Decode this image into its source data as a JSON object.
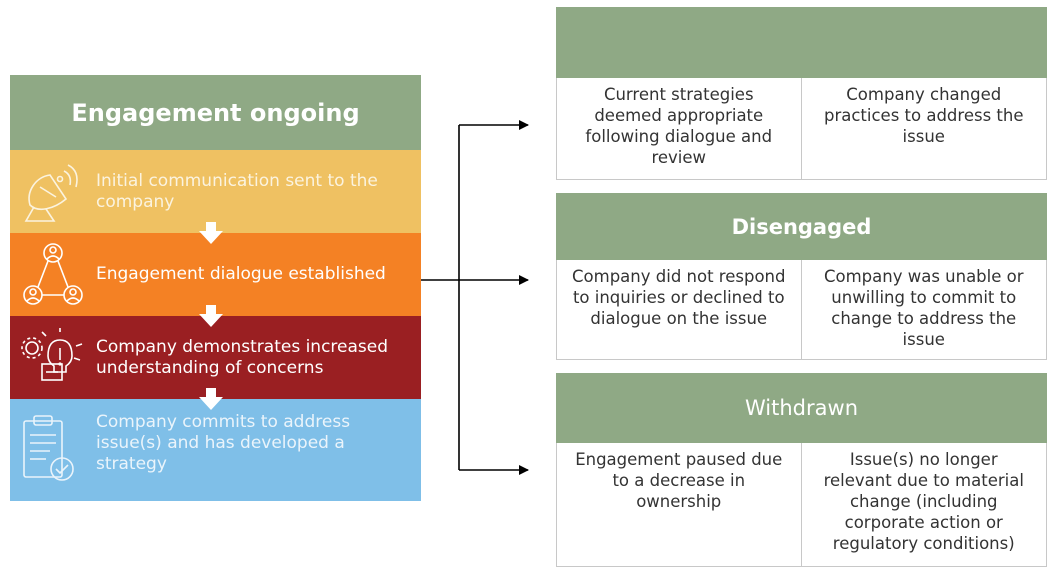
{
  "left": {
    "title": "Engagement ongoing",
    "stages": [
      {
        "text": "Initial communication sent to the company",
        "icon": "satellite-dish-icon",
        "color": "#efc162"
      },
      {
        "text": "Engagement dialogue established",
        "icon": "people-network-icon",
        "color": "#f48124"
      },
      {
        "text": "Company demonstrates increased understanding of concerns",
        "icon": "gears-lightbulb-icon",
        "color": "#9a1f22"
      },
      {
        "text": "Company commits to address issue(s) and has developed a strategy",
        "icon": "clipboard-check-icon",
        "color": "#7fbfe8"
      }
    ]
  },
  "outcomes": [
    {
      "title": "",
      "cells": [
        "Current strategies deemed appropriate following dialogue and review",
        "Company changed practices to address the issue"
      ]
    },
    {
      "title": "Disengaged",
      "cells": [
        "Company did not respond to inquiries or declined to dialogue on the issue",
        "Company was unable or unwilling to commit to change to address the issue"
      ]
    },
    {
      "title": "Withdrawn",
      "cells": [
        "Engagement paused due to a decrease in ownership",
        "Issue(s) no longer relevant due to material change (including corporate action or regulatory conditions)"
      ]
    }
  ],
  "colors": {
    "header_green": "#8fa985",
    "line": "#000000"
  }
}
